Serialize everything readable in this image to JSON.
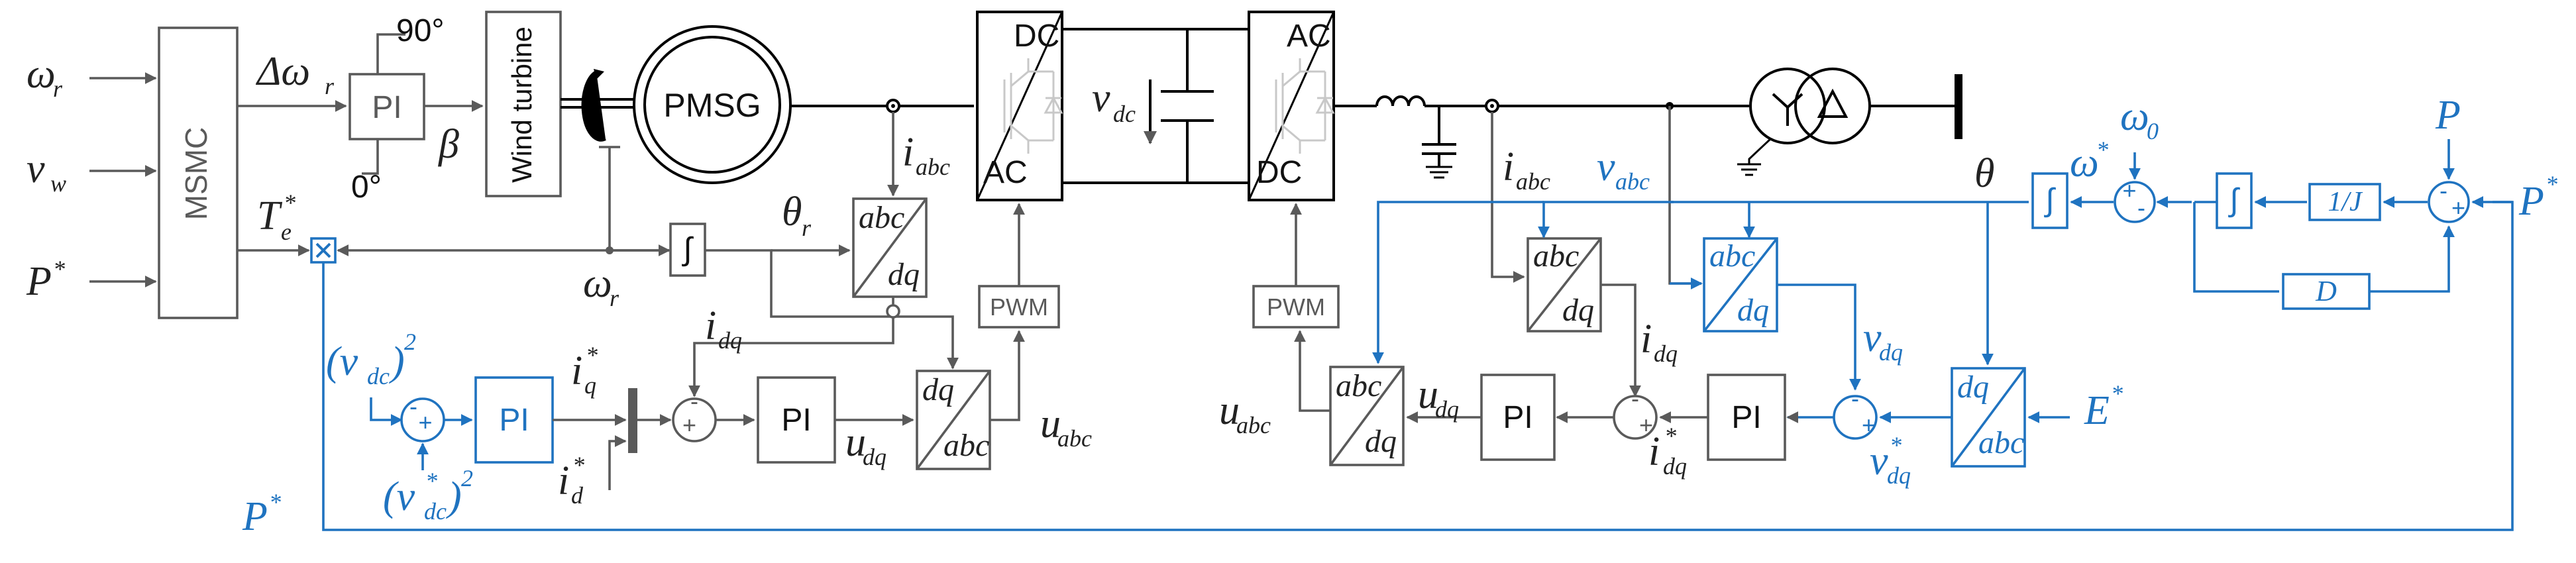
{
  "blocks": {
    "msmc": "MSMC",
    "pi": "PI",
    "wind_turbine": "Wind turbine",
    "pmsg": "PMSG",
    "dc": "DC",
    "ac": "AC",
    "pwm": "PWM",
    "abc": "abc",
    "dq": "dq",
    "integral": "∫",
    "inv_j": "1/J",
    "d_gain": "D"
  },
  "signals": {
    "omega_r": "ω",
    "omega_r_sub": "r",
    "v_w": "v",
    "v_w_sub": "w",
    "p_star": "P",
    "star": "*",
    "delta_omega": "Δω",
    "beta": "β",
    "angle_90": "90°",
    "angle_0": "0°",
    "t_e": "T",
    "t_e_sub": "e",
    "theta_r": "θ",
    "i_abc": "i",
    "abc_sub": "abc",
    "i_dq": "i",
    "dq_sub": "dq",
    "v_dc": "v",
    "dc_sub": "dc",
    "i_q": "i",
    "q_sub": "q",
    "i_d": "i",
    "d_sub": "d",
    "u_dq": "u",
    "u_abc": "u",
    "v_abc": "v",
    "v_dq": "v",
    "theta": "θ",
    "omega_star": "ω",
    "omega_0": "ω",
    "zero_sub": "0",
    "e_star": "E",
    "p": "P",
    "squared": "2",
    "plus": "+",
    "minus": "-"
  },
  "colors": {
    "gray_path": "#5a5a5a",
    "blue_path": "#1f73c0",
    "converter_switch": "#c8c8c8",
    "black": "#000000"
  }
}
